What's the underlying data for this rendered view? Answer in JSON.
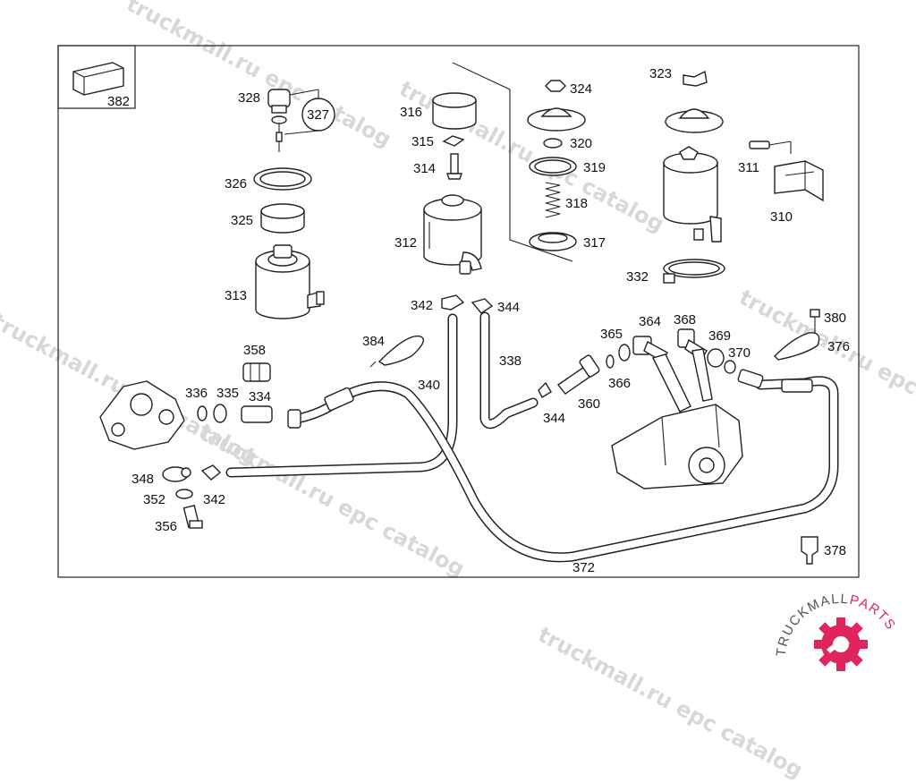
{
  "watermark": "truckmall.ru epc catalog",
  "brand": {
    "text_main": "TRUCKMALL",
    "text_accent": "PARTS",
    "accent_color": "#e0245e"
  },
  "colors": {
    "line": "#222222",
    "watermark": "#d8d8d8"
  },
  "labels": {
    "p382": "382",
    "p328": "328",
    "p327": "327",
    "p326": "326",
    "p325": "325",
    "p313": "313",
    "p316": "316",
    "p315": "315",
    "p314": "314",
    "p312": "312",
    "p324": "324",
    "p320": "320",
    "p319": "319",
    "p318": "318",
    "p317": "317",
    "p323": "323",
    "p311": "311",
    "p310": "310",
    "p332": "332",
    "p342a": "342",
    "p344a": "344",
    "p384": "384",
    "p340": "340",
    "p338": "338",
    "p358": "358",
    "p336": "336",
    "p335": "335",
    "p334": "334",
    "p365": "365",
    "p364": "364",
    "p368": "368",
    "p369": "369",
    "p370": "370",
    "p380": "380",
    "p376": "376",
    "p366": "366",
    "p360": "360",
    "p344b": "344",
    "p348": "348",
    "p352": "352",
    "p342b": "342",
    "p356": "356",
    "p372": "372",
    "p378": "378"
  }
}
